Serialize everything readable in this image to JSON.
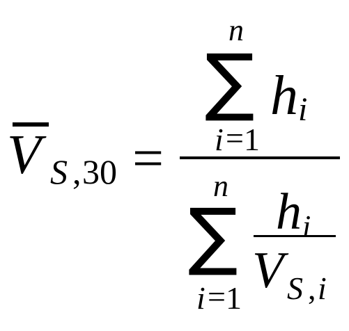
{
  "formula": {
    "lhs": {
      "base": "V",
      "subscript_s": "S",
      "subscript_sep": ",",
      "subscript_num": "30"
    },
    "equals": "=",
    "numerator": {
      "sum_symbol": "∑",
      "upper_limit": "n",
      "lower_var": "i",
      "lower_eq": "=",
      "lower_val": "1",
      "term_base": "h",
      "term_sub": "i"
    },
    "denominator": {
      "sum_symbol": "∑",
      "upper_limit": "n",
      "lower_var": "i",
      "lower_eq": "=",
      "lower_val": "1",
      "frac_num_base": "h",
      "frac_num_sub": "i",
      "frac_den_base": "V",
      "frac_den_sub_s": "S",
      "frac_den_sub_sep": ",",
      "frac_den_sub_i": "i"
    }
  }
}
